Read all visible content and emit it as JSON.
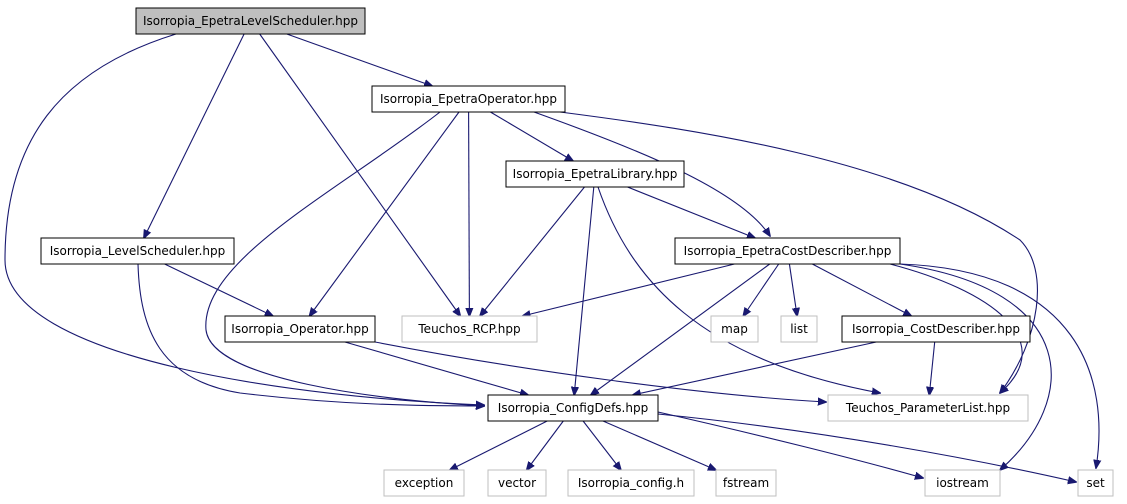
{
  "nodes": [
    {
      "id": "n1",
      "label": "Isorropia_EpetraLevelScheduler.hpp",
      "kind": "root"
    },
    {
      "id": "n2",
      "label": "Isorropia_EpetraOperator.hpp",
      "kind": "doc"
    },
    {
      "id": "n3",
      "label": "Isorropia_EpetraLibrary.hpp",
      "kind": "doc"
    },
    {
      "id": "n4",
      "label": "Isorropia_LevelScheduler.hpp",
      "kind": "doc"
    },
    {
      "id": "n5",
      "label": "Isorropia_EpetraCostDescriber.hpp",
      "kind": "doc"
    },
    {
      "id": "n6",
      "label": "Isorropia_Operator.hpp",
      "kind": "doc"
    },
    {
      "id": "n7",
      "label": "Teuchos_RCP.hpp",
      "kind": "external"
    },
    {
      "id": "n8",
      "label": "map",
      "kind": "external"
    },
    {
      "id": "n9",
      "label": "list",
      "kind": "external"
    },
    {
      "id": "n10",
      "label": "Isorropia_CostDescriber.hpp",
      "kind": "doc"
    },
    {
      "id": "n11",
      "label": "Isorropia_ConfigDefs.hpp",
      "kind": "doc"
    },
    {
      "id": "n12",
      "label": "Teuchos_ParameterList.hpp",
      "kind": "external"
    },
    {
      "id": "n13",
      "label": "exception",
      "kind": "external"
    },
    {
      "id": "n14",
      "label": "vector",
      "kind": "external"
    },
    {
      "id": "n15",
      "label": "Isorropia_config.h",
      "kind": "external"
    },
    {
      "id": "n16",
      "label": "fstream",
      "kind": "external"
    },
    {
      "id": "n17",
      "label": "iostream",
      "kind": "external"
    },
    {
      "id": "n18",
      "label": "set",
      "kind": "external"
    }
  ],
  "edges": [
    {
      "from": "n1",
      "to": "n2"
    },
    {
      "from": "n1",
      "to": "n4"
    },
    {
      "from": "n1",
      "to": "n7"
    },
    {
      "from": "n1",
      "to": "n11"
    },
    {
      "from": "n2",
      "to": "n3"
    },
    {
      "from": "n2",
      "to": "n5"
    },
    {
      "from": "n2",
      "to": "n6"
    },
    {
      "from": "n2",
      "to": "n7"
    },
    {
      "from": "n2",
      "to": "n11"
    },
    {
      "from": "n2",
      "to": "n12"
    },
    {
      "from": "n3",
      "to": "n5"
    },
    {
      "from": "n3",
      "to": "n7"
    },
    {
      "from": "n3",
      "to": "n11"
    },
    {
      "from": "n3",
      "to": "n12"
    },
    {
      "from": "n4",
      "to": "n6"
    },
    {
      "from": "n4",
      "to": "n11"
    },
    {
      "from": "n5",
      "to": "n7"
    },
    {
      "from": "n5",
      "to": "n8"
    },
    {
      "from": "n5",
      "to": "n9"
    },
    {
      "from": "n5",
      "to": "n10"
    },
    {
      "from": "n5",
      "to": "n11"
    },
    {
      "from": "n5",
      "to": "n12"
    },
    {
      "from": "n5",
      "to": "n17"
    },
    {
      "from": "n5",
      "to": "n18"
    },
    {
      "from": "n6",
      "to": "n11"
    },
    {
      "from": "n6",
      "to": "n12"
    },
    {
      "from": "n10",
      "to": "n11"
    },
    {
      "from": "n10",
      "to": "n12"
    },
    {
      "from": "n11",
      "to": "n13"
    },
    {
      "from": "n11",
      "to": "n14"
    },
    {
      "from": "n11",
      "to": "n15"
    },
    {
      "from": "n11",
      "to": "n16"
    },
    {
      "from": "n11",
      "to": "n17"
    },
    {
      "from": "n11",
      "to": "n18"
    }
  ],
  "colors": {
    "edge": "#191970",
    "root_fill": "#bfbfbf",
    "doc_border": "#000000",
    "external_border": "#bfbfbf",
    "external_text": "#000000",
    "node_fill": "#ffffff"
  }
}
